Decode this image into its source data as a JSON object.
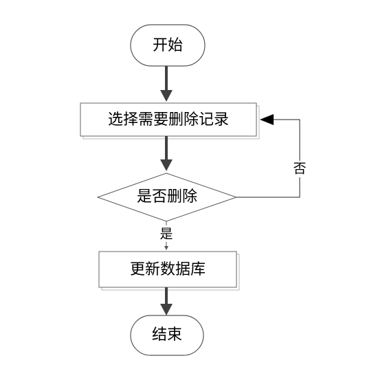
{
  "diagram": {
    "nodes": {
      "start": {
        "shape": "terminal",
        "label": "开始"
      },
      "select": {
        "shape": "process",
        "label": "选择需要删除记录"
      },
      "decide": {
        "shape": "decision",
        "label": "是否删除"
      },
      "update": {
        "shape": "process",
        "label": "更新数据库"
      },
      "end": {
        "shape": "terminal",
        "label": "结束"
      }
    },
    "edges": [
      {
        "from": "start",
        "to": "select",
        "label": ""
      },
      {
        "from": "select",
        "to": "decide",
        "label": ""
      },
      {
        "from": "decide",
        "to": "update",
        "label": "是"
      },
      {
        "from": "decide",
        "to": "select",
        "label": "否"
      },
      {
        "from": "update",
        "to": "end",
        "label": ""
      }
    ]
  }
}
